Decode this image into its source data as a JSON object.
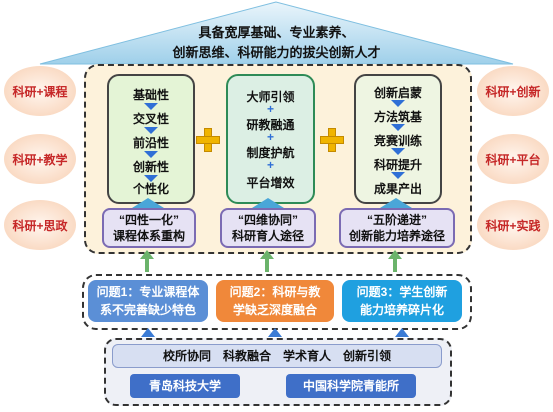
{
  "title": {
    "line1": "具备宽厚基础、专业素养、",
    "line2": "创新思维、科研能力的拔尖创新人才"
  },
  "left_ovals": [
    "科研+课程",
    "科研+教学",
    "科研+思政"
  ],
  "right_ovals": [
    "科研+创新",
    "科研+平台",
    "科研+实践"
  ],
  "column1": {
    "items": [
      "基础性",
      "交叉性",
      "前沿性",
      "创新性",
      "个性化"
    ],
    "label_line1": "“四性一化”",
    "label_line2": "课程体系重构"
  },
  "column2": {
    "items": [
      "大师引领",
      "研教融通",
      "制度护航",
      "平台增效"
    ],
    "label_line1": "“四维协同”",
    "label_line2": "科研育人途径"
  },
  "column3": {
    "items": [
      "创新启蒙",
      "方法筑基",
      "竞赛训练",
      "科研提升",
      "成果产出"
    ],
    "label_line1": "“五阶递进”",
    "label_line2": "创新能力培养途径"
  },
  "problems": [
    {
      "line1": "问题1：专业课程体",
      "line2": "系不完善缺少特色",
      "color": "#5b8fd6"
    },
    {
      "line1": "问题2：科研与教",
      "line2": "学缺乏深度融合",
      "color": "#f0883a"
    },
    {
      "line1": "问题3：学生创新",
      "line2": "能力培养碎片化",
      "color": "#1fa0e0"
    }
  ],
  "collaboration": "校所协同　科教融合　学术育人　创新引领",
  "orgs": [
    "青岛科技大学",
    "中国科学院青能所"
  ],
  "colors": {
    "roof": "#4aa6d8",
    "oval_text": "#c62828",
    "panel_bg": "#fdf2db",
    "plus": "#f0b400",
    "org": "#3f6fc8"
  }
}
